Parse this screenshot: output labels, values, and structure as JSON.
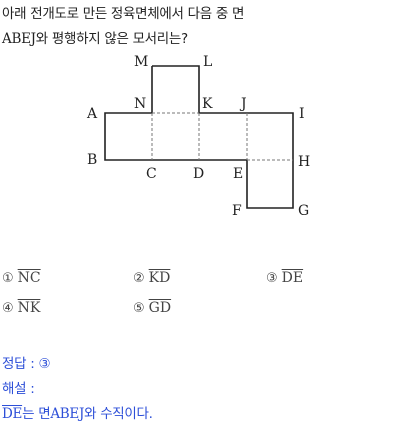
{
  "question": {
    "line1": "아래 전개도로 만든 정육면체에서 다음 중 면",
    "line2_face": "ABEJ",
    "line2_rest": "와 평행하지 않은 모서리는?"
  },
  "figure_labels": {
    "M": "M",
    "L": "L",
    "A": "A",
    "N": "N",
    "K": "K",
    "J": "J",
    "I": "I",
    "B": "B",
    "C": "C",
    "D": "D",
    "E": "E",
    "H": "H",
    "F": "F",
    "G": "G"
  },
  "options": [
    {
      "num": "①",
      "edge": "NC"
    },
    {
      "num": "②",
      "edge": "KD"
    },
    {
      "num": "③",
      "edge": "DE"
    },
    {
      "num": "④",
      "edge": "NK"
    },
    {
      "num": "⑤",
      "edge": "GD"
    }
  ],
  "answer": {
    "label": "정답 : ③",
    "explain_label": "해설 :",
    "explain_edge": "DE",
    "explain_mid": "는 면",
    "explain_face": "ABEJ",
    "explain_end": "와 수직이다."
  },
  "colors": {
    "accent": "#2d4fd8"
  }
}
